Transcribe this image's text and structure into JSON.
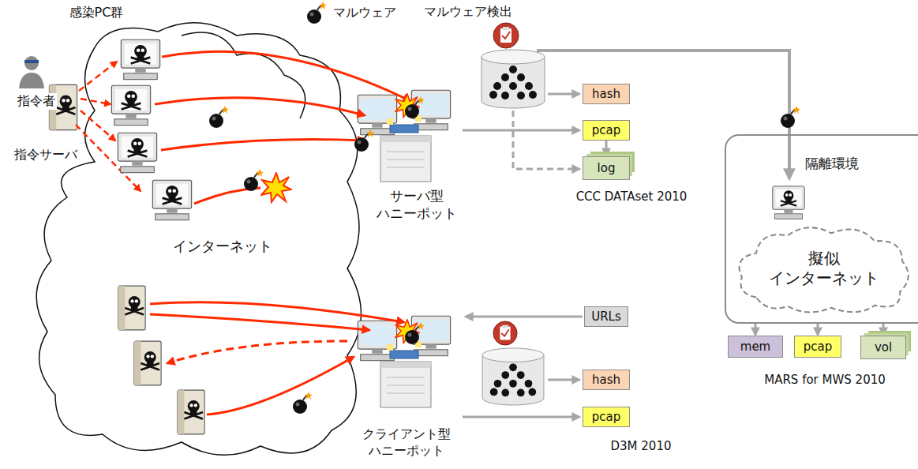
{
  "diagram": {
    "nodes": [
      {
        "text": [
          "hash"
        ]
      },
      {
        "text": [
          "pcap"
        ]
      },
      {
        "text": [
          "log"
        ]
      },
      {
        "text": [
          "URLs"
        ]
      },
      {
        "text": [
          "hash"
        ]
      },
      {
        "text": [
          "pcap"
        ]
      },
      {
        "text": [
          "隔離環境"
        ]
      },
      {
        "text": [
          "擬似 インターネット"
        ],
        "in": 6
      },
      {
        "text": [
          "mem"
        ]
      },
      {
        "text": [
          "pcap"
        ]
      },
      {
        "text": [
          "vol"
        ]
      }
    ],
    "edges": [
      {
        "from": 1,
        "to": 2,
        "arrow": "to"
      },
      {
        "from": 6,
        "to": 8,
        "arrow": "to"
      },
      {
        "from": 6,
        "to": 9,
        "arrow": "to"
      },
      {
        "from": 6,
        "to": 10,
        "arrow": "to"
      }
    ],
    "labels": [
      "感染PC群",
      "マルウェア",
      "マルウェア検出",
      "指令者",
      "指令サーバ",
      "インターネット",
      "サーバ型 ハニーポット",
      "CCC DATAset 2010",
      "クライアント型 ハニーポット",
      "D3M 2010",
      "MARS for MWS 2010"
    ]
  }
}
